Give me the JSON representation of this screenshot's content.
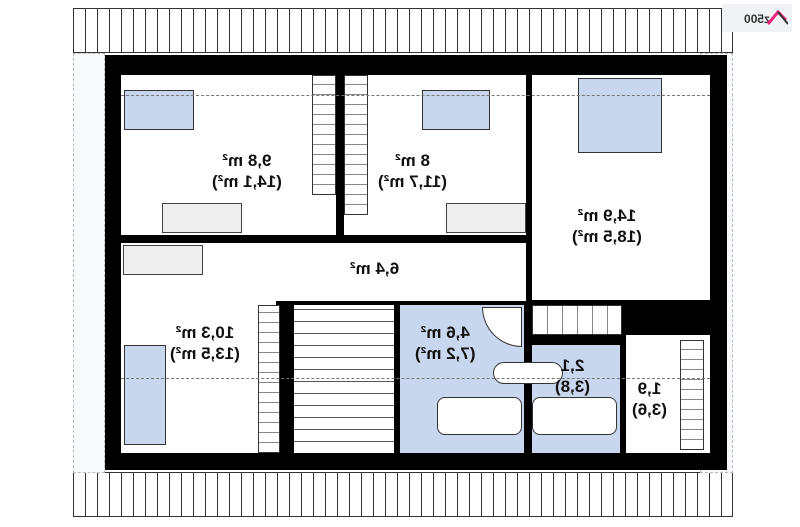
{
  "logo": {
    "text": "z500",
    "accent": "#e8267a"
  },
  "rooms": [
    {
      "id": "bedroom-left",
      "area": "9,8 m²",
      "gross": "(14,1 m²)"
    },
    {
      "id": "bedroom-middle",
      "area": "8 m²",
      "gross": "(11,7 m²)"
    },
    {
      "id": "bedroom-master",
      "area": "14,9 m²",
      "gross": "(18,5 m²)"
    },
    {
      "id": "hall",
      "area": "6,4 m²"
    },
    {
      "id": "bedroom-bottom",
      "area": "10,3 m²",
      "gross": "(13,5 m²)"
    },
    {
      "id": "bathroom",
      "area": "4,6 m²",
      "gross": "(7,2 m²)"
    },
    {
      "id": "bathroom-small",
      "area": "2,1",
      "gross": "(3,8)"
    },
    {
      "id": "closet",
      "area": "1,9",
      "gross": "(3,6)"
    }
  ],
  "colors": {
    "wall": "#000000",
    "wet_room": "#c8d6ee"
  }
}
